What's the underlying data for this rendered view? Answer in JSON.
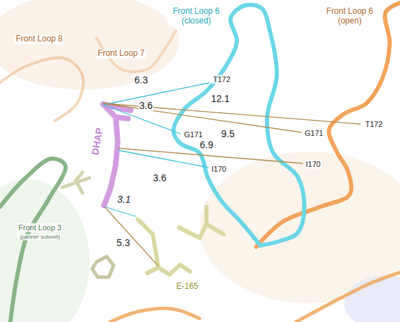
{
  "diagram": {
    "labels": [
      "Front Loop 6 (closed)",
      "Front Loop 6 (open)",
      "Front Loop 8",
      "Front Loop 7",
      "6.3",
      "T172",
      "12.1",
      "3.6",
      "G171",
      "T172",
      "G171",
      "DHAP",
      "6.9",
      "I170",
      "I170",
      "3.6",
      "9.5",
      "3.1",
      "Front Loop 3",
      "(partner subunit)",
      "5.3",
      "E-165"
    ]
  }
}
